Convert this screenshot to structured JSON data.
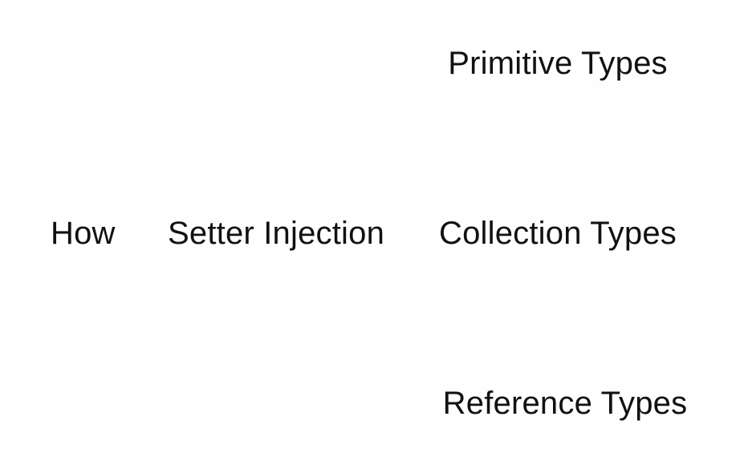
{
  "root": "How",
  "method": "Setter Injection",
  "types": {
    "primitive": "Primitive Types",
    "collection": "Collection Types",
    "reference": "Reference Types"
  },
  "colors": {
    "background": "#fefefe",
    "text": "#111111"
  }
}
